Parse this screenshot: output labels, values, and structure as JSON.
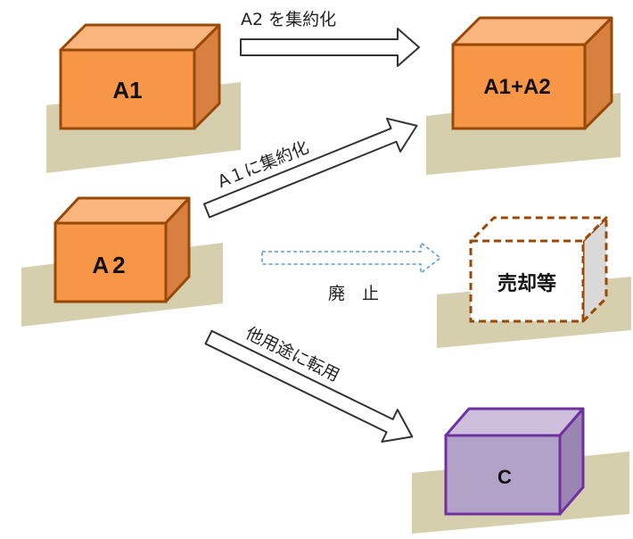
{
  "colors": {
    "orange_front": "#F79646",
    "orange_top": "#FAB47E",
    "orange_side": "#D7803F",
    "orange_edge": "#984807",
    "purple_front": "#B3A2C7",
    "purple_top": "#CDBFDC",
    "purple_side": "#9A86B2",
    "purple_edge": "#7030A0",
    "ground": "#D6CFAE",
    "dashed_edge": "#984807",
    "dashed_side": "#D9D9D9",
    "arrow_outline": "#333333",
    "dotted_arrow": "#5B9BD5"
  },
  "boxes": {
    "a1": "A1",
    "a1a2": "A1+A2",
    "a2": "A2",
    "sale": "売却等",
    "c": "C"
  },
  "arrows": {
    "consolidate_to_a1": "A2 を集約化",
    "consolidate_into_a1": "A１に集約化",
    "abolish": "廃　止",
    "convert": "他用途に転用"
  }
}
